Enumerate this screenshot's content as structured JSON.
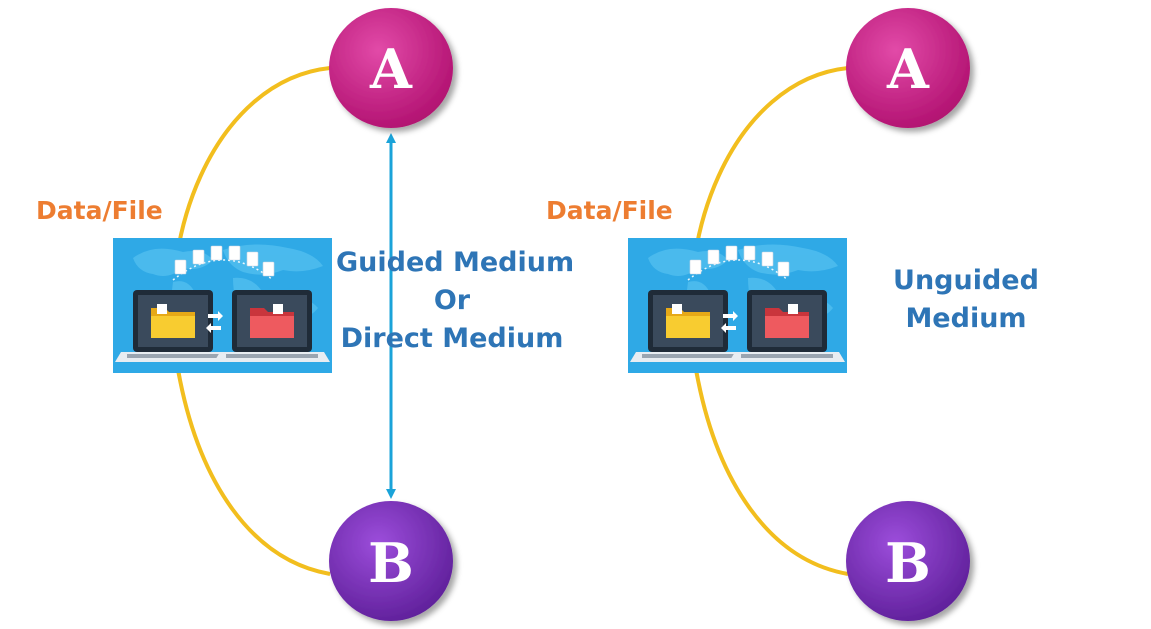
{
  "panels": [
    {
      "data_label": "Data/File",
      "node_a": "A",
      "node_b": "B",
      "medium_lines": [
        "Guided Medium",
        "Or",
        "Direct Medium"
      ]
    },
    {
      "data_label": "Data/File",
      "node_a": "A",
      "node_b": "B",
      "medium_lines": [
        "Unguided",
        "Medium"
      ]
    }
  ],
  "colors": {
    "arc": "#F2BE1E",
    "arrow": "#1AA3D9",
    "node_a": "#C5177F",
    "node_b": "#7A33B8",
    "illustration_bg": "#2FA9E6",
    "data_label": "#ED7D31",
    "medium_label": "#2E75B6"
  },
  "icons": [
    "file-transfer-illustration",
    "folder-icon",
    "laptop-icon",
    "document-icon",
    "world-map-icon"
  ]
}
